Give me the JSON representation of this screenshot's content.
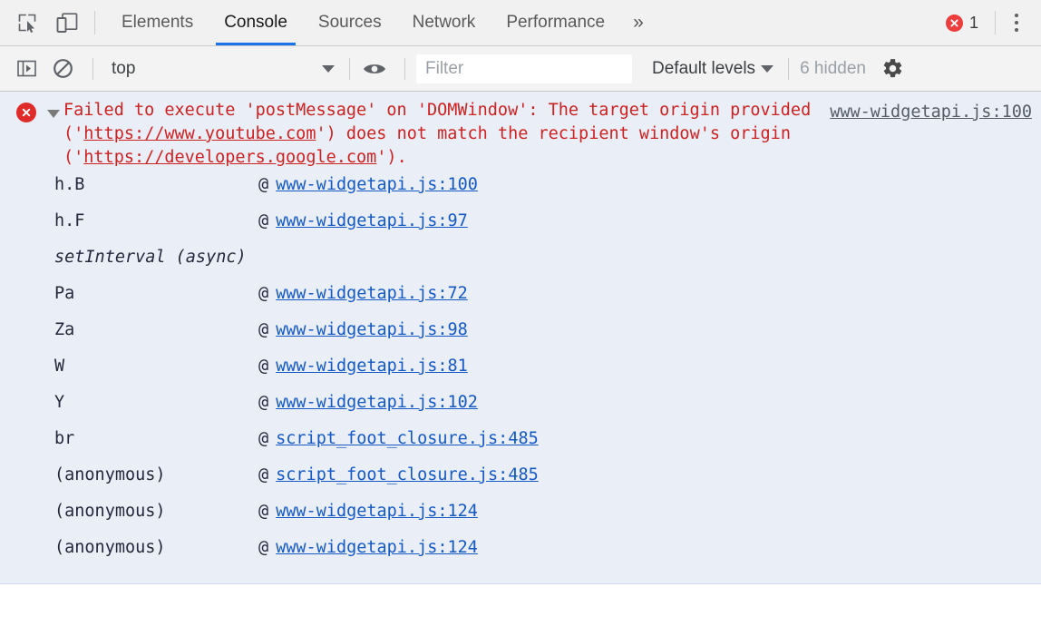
{
  "tabbar": {
    "inspect_icon": "inspect-element-icon",
    "device_icon": "device-toolbar-icon",
    "tabs": [
      {
        "label": "Elements",
        "active": false
      },
      {
        "label": "Console",
        "active": true
      },
      {
        "label": "Sources",
        "active": false
      },
      {
        "label": "Network",
        "active": false
      },
      {
        "label": "Performance",
        "active": false
      }
    ],
    "more_label": "»",
    "error_count": "1",
    "error_icon": "error-circle-icon",
    "menu_icon": "kebab-menu-icon"
  },
  "console_toolbar": {
    "sidebar_toggle_icon": "console-sidebar-icon",
    "clear_icon": "clear-console-icon",
    "context_value": "top",
    "context_caret": "▼",
    "live_expression_icon": "eye-icon",
    "filter_placeholder": "Filter",
    "filter_value": "",
    "levels_label": "Default levels",
    "levels_caret": "▼",
    "hidden_label": "6 hidden",
    "settings_icon": "gear-icon"
  },
  "console": {
    "message": {
      "level": "error",
      "expanded": true,
      "text_part1": "Failed to execute 'postMessage' on 'DOMWindow': The target origin provided ('",
      "url1": "https://www.youtube.com",
      "text_part2": "') does not match the recipient window's origin ('",
      "url2": "https://developers.google.com",
      "text_part3": "').",
      "source": "www-widgetapi.js:100"
    },
    "stack": [
      {
        "fn": "h.B",
        "at": "@",
        "link": "www-widgetapi.js:100",
        "async": false
      },
      {
        "fn": "h.F",
        "at": "@",
        "link": "www-widgetapi.js:97",
        "async": false
      },
      {
        "fn": "setInterval (async)",
        "at": "",
        "link": "",
        "async": true
      },
      {
        "fn": "Pa",
        "at": "@",
        "link": "www-widgetapi.js:72",
        "async": false
      },
      {
        "fn": "Za",
        "at": "@",
        "link": "www-widgetapi.js:98",
        "async": false
      },
      {
        "fn": "W",
        "at": "@",
        "link": "www-widgetapi.js:81",
        "async": false
      },
      {
        "fn": "Y",
        "at": "@",
        "link": "www-widgetapi.js:102",
        "async": false
      },
      {
        "fn": "br",
        "at": "@",
        "link": "script_foot_closure.js:485",
        "async": false
      },
      {
        "fn": "(anonymous)",
        "at": "@",
        "link": "script_foot_closure.js:485",
        "async": false
      },
      {
        "fn": "(anonymous)",
        "at": "@",
        "link": "www-widgetapi.js:124",
        "async": false
      },
      {
        "fn": "(anonymous)",
        "at": "@",
        "link": "www-widgetapi.js:124",
        "async": false
      }
    ],
    "prompt_caret": "›"
  },
  "colors": {
    "accent": "#1a73e8",
    "error_red": "#cc2222",
    "error_badge": "#ee3d3d",
    "message_bg": "#eaeef7",
    "link_blue": "#1559c4"
  }
}
